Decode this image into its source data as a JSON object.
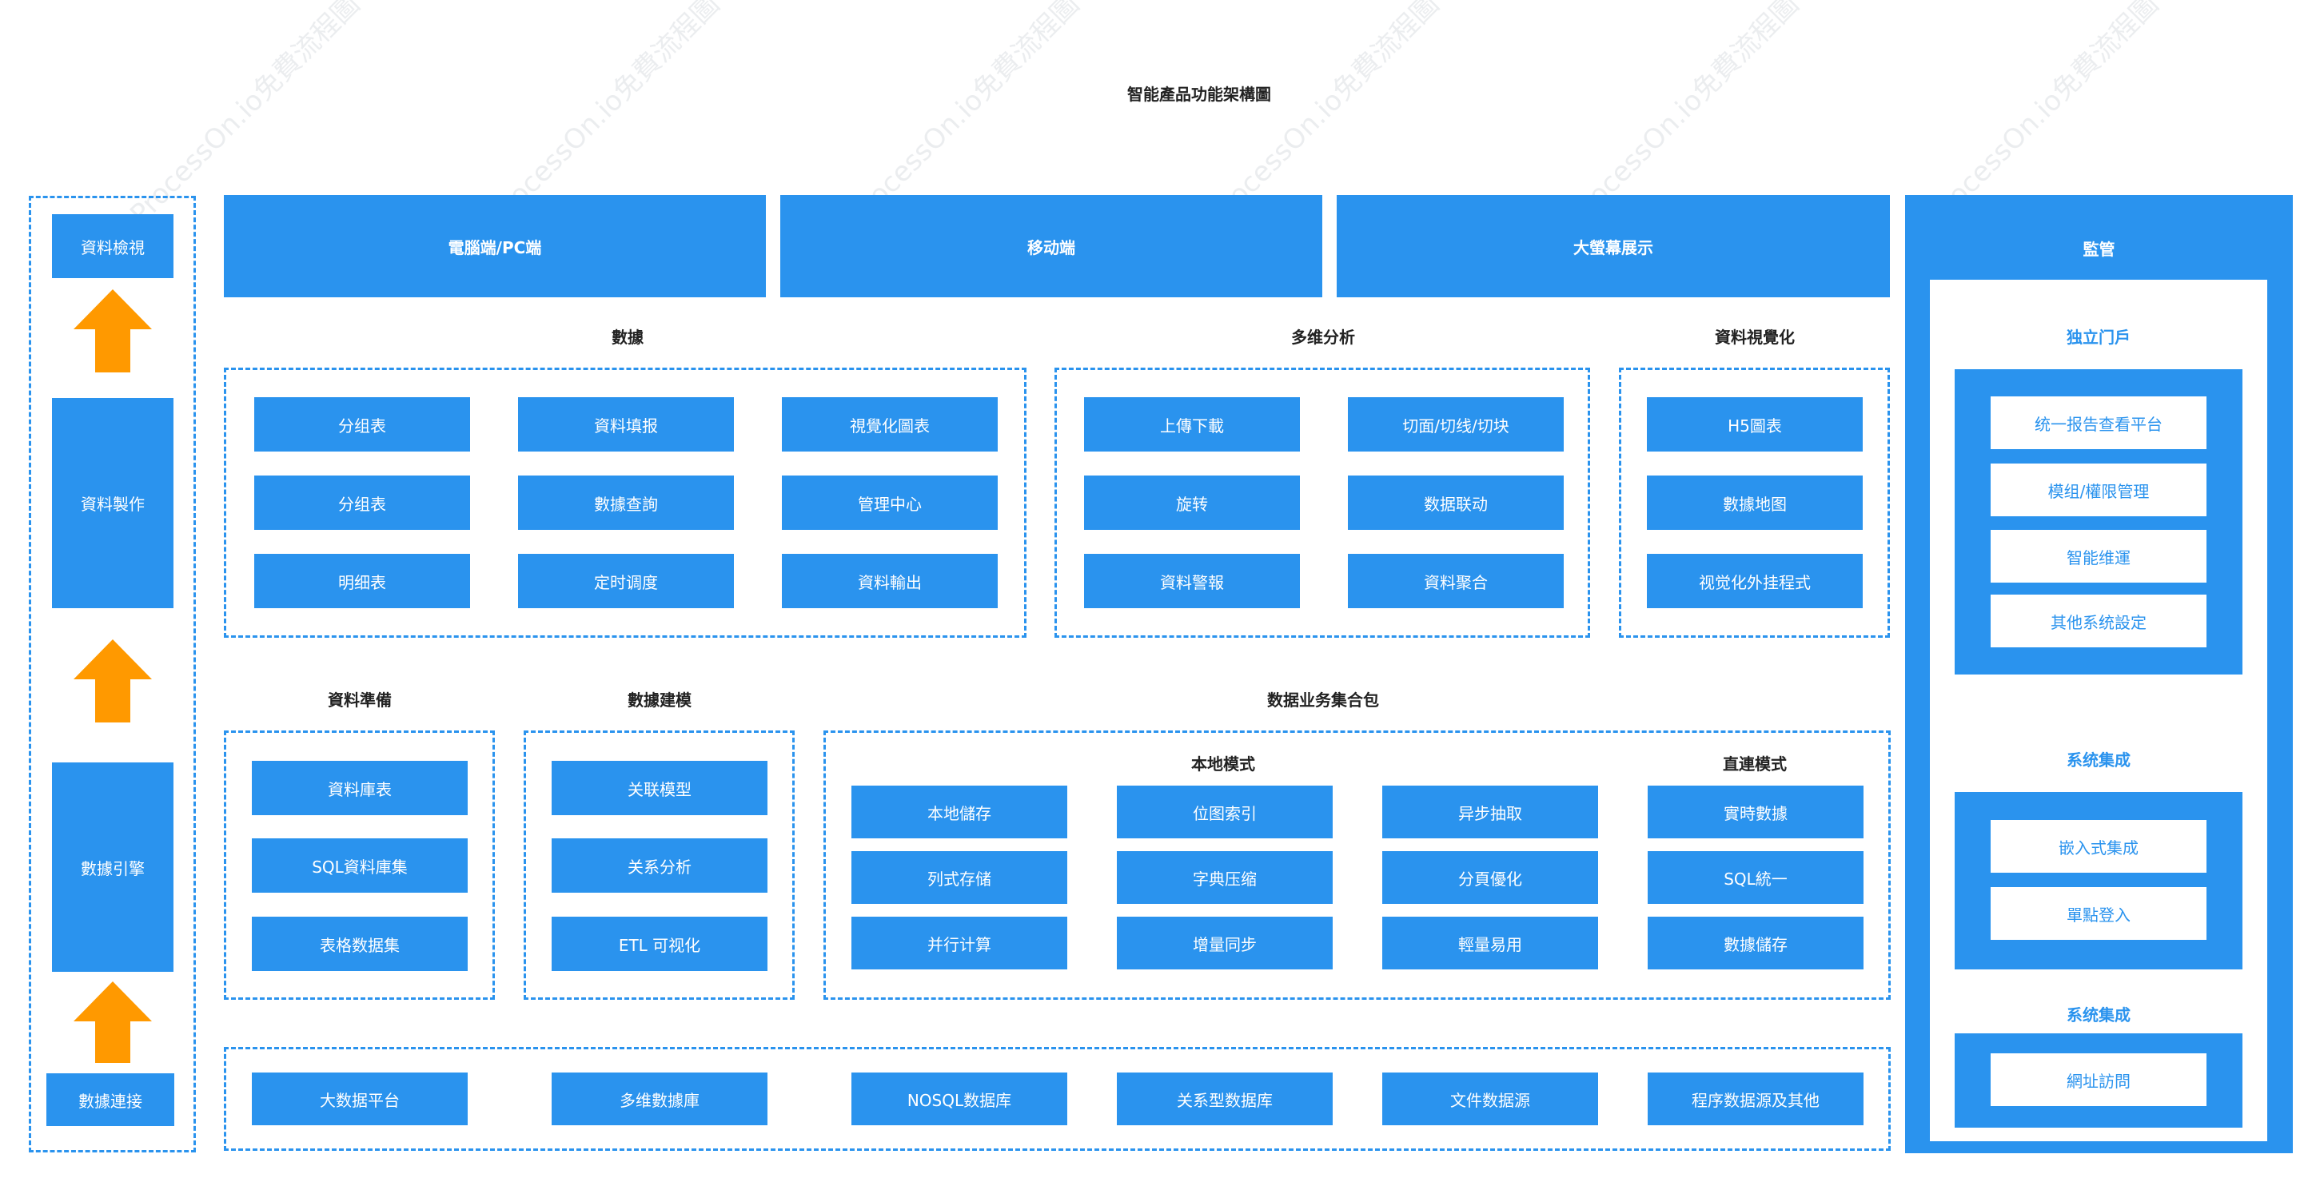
{
  "title": "智能產品功能架構圖",
  "watermark": "ProcessOn.io免費流程圖",
  "left_column": {
    "items": [
      "資料檢視",
      "資料製作",
      "數據引擎",
      "數據連接"
    ]
  },
  "top_bar": [
    "電腦端/PC端",
    "移动端",
    "大螢幕展示"
  ],
  "sections": {
    "data": {
      "title": "數據",
      "items": [
        "分组表",
        "資料填报",
        "視覺化圖表",
        "分组表",
        "數據查詢",
        "管理中心",
        "明细表",
        "定时调度",
        "資料輸出"
      ]
    },
    "multi": {
      "title": "多维分析",
      "items": [
        "上傳下載",
        "切面/切线/切块",
        "旋转",
        "数据联动",
        "資料警報",
        "資料聚合"
      ]
    },
    "viz": {
      "title": "資料視覺化",
      "items": [
        "H5圖表",
        "數據地图",
        "视觉化外挂程式"
      ]
    },
    "prep": {
      "title": "資料準備",
      "items": [
        "資料庫表",
        "SQL資料庫集",
        "表格数据集"
      ]
    },
    "model": {
      "title": "數據建模",
      "items": [
        "关联模型",
        "关系分析",
        "ETL 可视化"
      ]
    },
    "bundle": {
      "title": "数据业务集合包",
      "local_title": "本地模式",
      "direct_title": "直連模式",
      "items": [
        "本地儲存",
        "位图索引",
        "异步抽取",
        "實時數據",
        "列式存储",
        "字典压缩",
        "分頁優化",
        "SQL統一",
        "并行计算",
        "增量同步",
        "輕量易用",
        "數據儲存"
      ]
    },
    "sources": {
      "items": [
        "大数据平台",
        "多维數據庫",
        "NOSQL数据库",
        "关系型数据库",
        "文件数据源",
        "程序数据源及其他"
      ]
    }
  },
  "supervise": {
    "title": "監管",
    "portal_title": "独立门戶",
    "portal_items": [
      "统一报告查看平台",
      "模组/權限管理",
      "智能维運",
      "其他系统設定"
    ],
    "integ1_title": "系统集成",
    "integ1_items": [
      "嵌入式集成",
      "單點登入"
    ],
    "integ2_title": "系统集成",
    "integ2_items": [
      "網址訪問"
    ]
  },
  "colors": {
    "accent": "#2a93ee",
    "arrow": "#ff9900"
  }
}
